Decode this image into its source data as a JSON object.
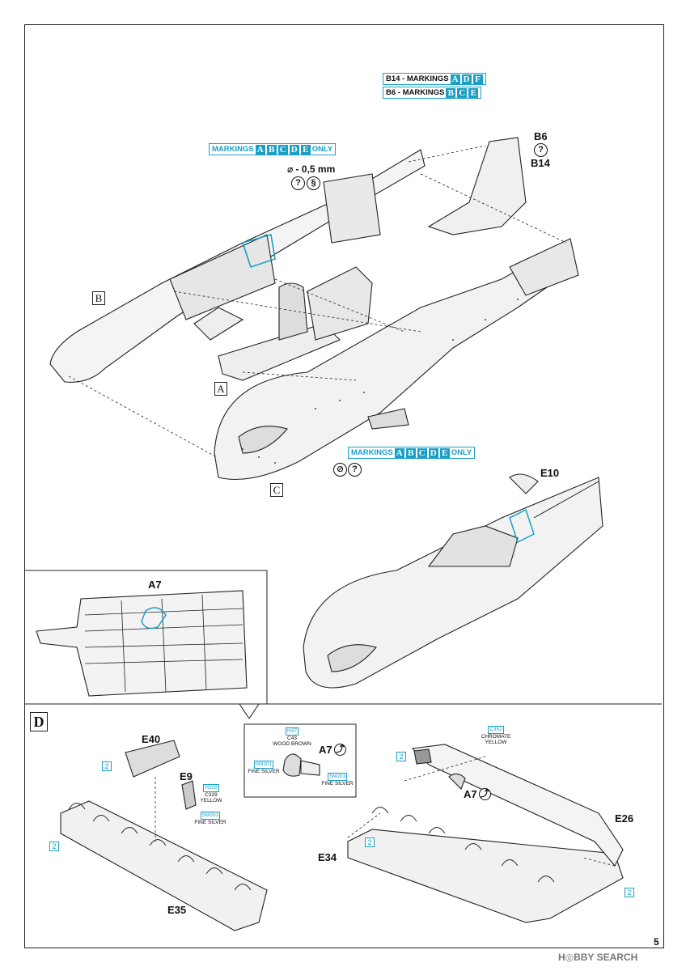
{
  "markings_top": {
    "row1": {
      "prefix": "B14 - MARKINGS",
      "letters": [
        "A",
        "D",
        "F"
      ]
    },
    "row2": {
      "prefix": "B6 - MARKINGS",
      "letters": [
        "B",
        "C",
        "E"
      ]
    }
  },
  "markings_fuselage": {
    "prefix": "MARKINGS",
    "letters": [
      "A",
      "B",
      "C",
      "D",
      "E"
    ],
    "suffix": "ONLY"
  },
  "markings_nose": {
    "prefix": "MARKINGS",
    "letters": [
      "A",
      "B",
      "C",
      "D",
      "E"
    ],
    "suffix": "ONLY"
  },
  "drill_note": "⌀ - 0,5 mm",
  "parts": {
    "B6": "B6",
    "B14": "B14",
    "A": "A",
    "B": "B",
    "C": "C",
    "E10": "E10",
    "A7_inset": "A7",
    "E40": "E40",
    "E9": "E9",
    "E35": "E35",
    "E26": "E26",
    "E34": "E34",
    "A7_a": "A7",
    "A7_b": "A7"
  },
  "step_label": "D",
  "paints": {
    "h37": {
      "code": "H37",
      "code2": "C43",
      "name": "WOOD BROWN"
    },
    "sm201_left": {
      "code": "SM201",
      "name": "FINE SILVER"
    },
    "sm201_right": {
      "code": "SM201",
      "name": "FINE SILVER"
    },
    "h329": {
      "code": "H329",
      "code2": "C329",
      "name": "YELLOW"
    },
    "sm201_e9": {
      "code": "SM201",
      "name": "FINE SILVER"
    },
    "c352": {
      "code": "C352",
      "name": "CHROMATE",
      "name2": "YELLOW"
    }
  },
  "count_marks": [
    "2",
    "2",
    "2",
    "2",
    "2"
  ],
  "page_number": "5",
  "watermark": "H◎BBY SEARCH",
  "icons": [
    "question-icon",
    "drill-icon",
    "cut-icon",
    "rotate-icon"
  ]
}
